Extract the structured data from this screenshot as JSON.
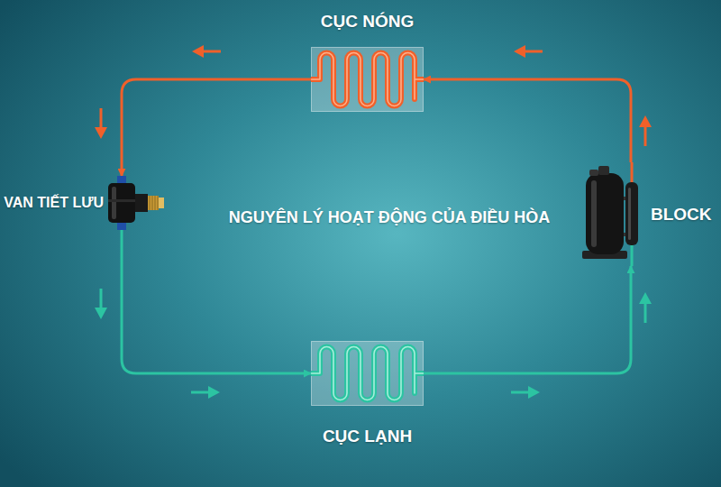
{
  "diagram": {
    "title": "NGUYÊN LÝ HOẠT ĐỘNG CỦA ĐIỀU HÒA",
    "nodes": [
      {
        "text": [
          "CỤC NÓNG"
        ]
      },
      {
        "text": [
          "VAN TIẾT LƯU"
        ]
      },
      {
        "text": [
          "BLOCK"
        ]
      },
      {
        "text": [
          "CỤC LẠNH"
        ]
      }
    ],
    "edges": [
      {
        "from": 2,
        "to": 0,
        "arrow": "to"
      },
      {
        "from": 0,
        "to": 1,
        "arrow": "to"
      },
      {
        "from": 1,
        "to": 3,
        "arrow": "to"
      },
      {
        "from": 3,
        "to": 2,
        "arrow": "to"
      }
    ]
  }
}
